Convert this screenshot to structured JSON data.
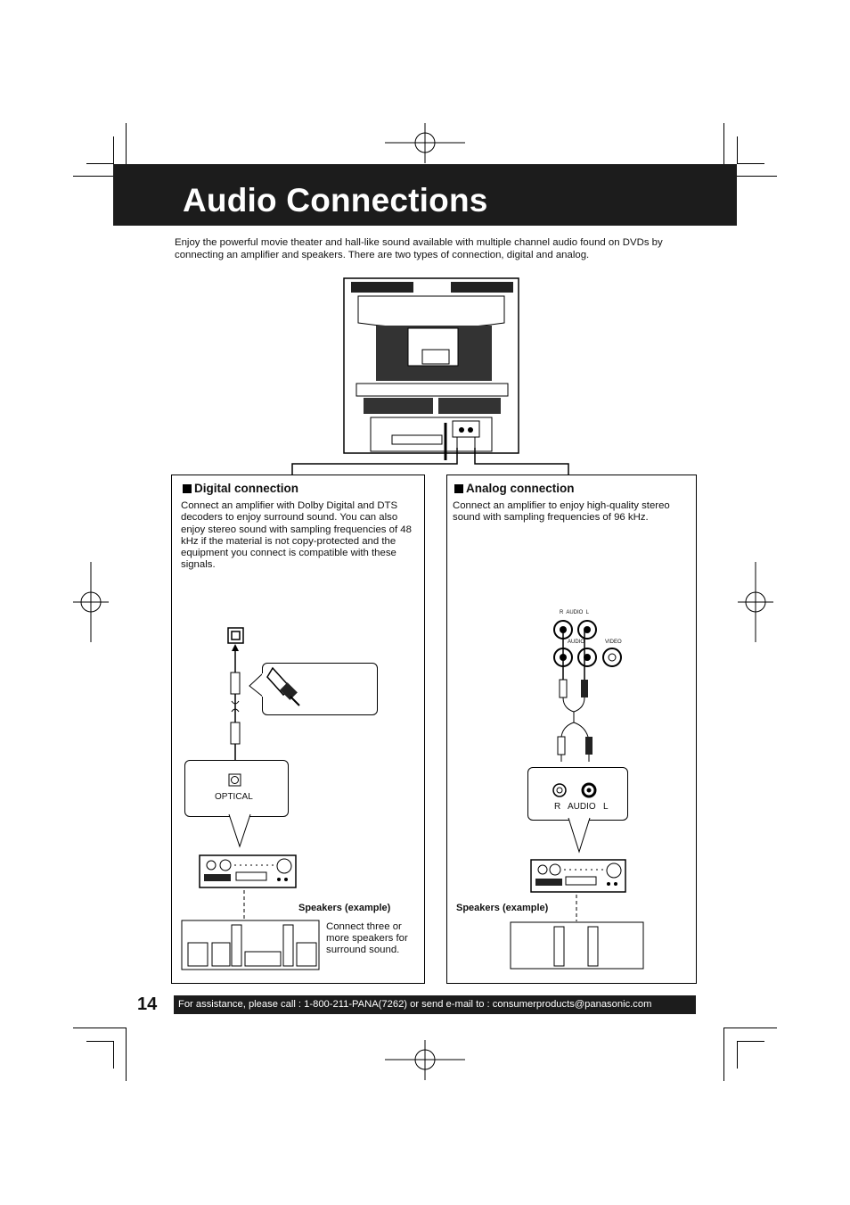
{
  "page": {
    "title": "Audio Connections",
    "intro": "Enjoy the powerful movie theater and hall-like sound available with multiple channel audio found on DVDs by connecting an amplifier and speakers. There are two types of connection, digital and analog.",
    "page_number": "14",
    "footer": "For assistance, please call : 1-800-211-PANA(7262) or send e-mail to : consumerproducts@panasonic.com"
  },
  "digital": {
    "heading": "Digital connection",
    "text": "Connect an amplifier with Dolby Digital and DTS decoders to enjoy surround sound. You can also enjoy stereo sound with sampling frequencies of 48 kHz if the material is not copy-protected and the equipment you connect is compatible with these signals.",
    "jack_label": "OPTICAL",
    "speakers_label": "Speakers (example)",
    "speakers_note": "Connect three or more speakers for surround sound."
  },
  "analog": {
    "heading": "Analog connection",
    "text": "Connect an amplifier to enjoy high-quality stereo sound with sampling frequencies of 96 kHz.",
    "tv_jacks_label": "R  AUDIO  L",
    "audio_label": "AUDIO",
    "video_label": "VIDEO",
    "amp_jacks_label": "R   AUDIO   L",
    "speakers_label": "Speakers (example)"
  },
  "colors": {
    "title_bar": "#1c1c1c",
    "footer_bar": "#1c1c1c",
    "text": "#111111"
  }
}
